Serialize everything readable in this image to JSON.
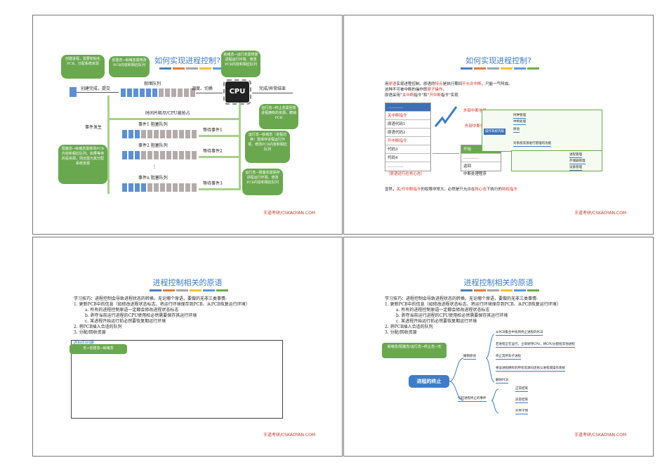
{
  "colors": {
    "title_blue": "#3d7cc9",
    "accent_red": "#d93025",
    "bubble_green": "#6aa84f",
    "queue_blue": "#5b8fd6",
    "queue_gray": "#b3aaaa"
  },
  "color_bar": [
    "#4a7ebb",
    "#e07b39",
    "#a5a5a5",
    "#f2c12e",
    "#5b9bd5",
    "#70ad47"
  ],
  "watermark": "王道考研/CSKAOYAN.COM",
  "slide1": {
    "title": "如何实现进程控制?",
    "bubbles": {
      "create": "创建进程，需要初始化PCB、分配系统资源",
      "create_ready": "创建态→就绪态需修改PCB内容和相应队列",
      "ready_run": "就绪态→运行态需恢复进程运行环境、修改PCB内容和相应队列",
      "run_end": "运行态→终止态需回收进程拥有的资源，撤销PCB",
      "run_ready": "运行态→就绪态（进程切换）需保存进程运行环境、修改PCB内容和相应队列",
      "run_block": "运行态→阻塞态需保存进程运行环境，修改PCB内容和相应队列",
      "block_ready": "阻塞态→就绪态需修改PCB内容和相应队列。如果等待的是资源，则还需为其分配系统资源"
    },
    "labels": {
      "create_submit": "创建完成，提交",
      "ready_queue": "就绪队列",
      "dispatch": "调度、切换",
      "cpu": "CPU",
      "finish": "完成/异常结束",
      "timeout": "时间片耗尽/CPU被抢占",
      "event": "事件发生",
      "bq1": "事件1 阻塞队列",
      "bq2": "事件2 阻塞队列",
      "bqn": "事件n 阻塞队列",
      "wait1": "等待事件1",
      "wait2": "等待事件2",
      "wait3": "等待事件3",
      "dots": "⋮"
    }
  },
  "slide2": {
    "title": "如何实现进程控制?",
    "line1_a": "用",
    "line1_b": "原语",
    "line1_c": "实现进程控制。原语的",
    "line1_d": "特点",
    "line1_e": "是执行期间",
    "line1_f": "不允许中断",
    "line1_g": "，只能一气呵成。",
    "line2_a": "这种不可被中断的操作即",
    "line2_b": "原子操作",
    "line2_c": "。",
    "line3_a": "原语采用“",
    "line3_b": "关中断",
    "line3_c": "指令”和“",
    "line3_d": "开中断",
    "line3_e": "指令”实现",
    "code": [
      "…………",
      "关中断指令",
      "原语代码1",
      "原语代码2",
      "开中断指令",
      "代码3",
      "代码4",
      "…………"
    ],
    "code_caption": "（原语运行在核心态）",
    "ext_signal_1": "外部中断信号",
    "ext_signal_2": "外部中断信号",
    "handler": [
      "开始",
      "…………",
      "返回"
    ],
    "handler_caption": "中断处理程序",
    "bottom_a": "显然，",
    "bottom_b": "关/开中断指令",
    "bottom_c": "的权限非常大，必然是只允许在",
    "bottom_d": "核心态",
    "bottom_e": "下执行的",
    "bottom_f": "特权指令",
    "mind_root": "操作系统内核",
    "mind_items": [
      "时钟管理",
      "中断处理",
      "原语",
      "对系统资源进行管理的功能",
      "进程管理",
      "存储器管理",
      "设备管理"
    ]
  },
  "slide3": {
    "title": "进程控制相关的原语",
    "tip": "学习技巧：进程控制会导致进程状态的转换。无论哪个原语，要做的无非三类事情:",
    "i1": "1.  更新PCB中的信息（如修改进程状态标志、将运行环境保存到PCB、从PCB恢复运行环境）",
    "i1a": "a. 所有的进程控制原语一定都会修改进程状态标志",
    "i1b": "b. 剥夺当前运行进程的CPU使用权必然需要保存其运行环境",
    "i1c": "c. 某进程开始运行前必然要恢复期运行环境",
    "i2": "2.  将PCB插入合适的队列",
    "i3": "3.  分配/回收资源",
    "subtitle": "进程的创建",
    "bubble": "无→创建态→就绪态"
  },
  "slide4": {
    "title": "进程控制相关的原语",
    "tip": "学习技巧：进程控制会导致进程状态的转换。无论哪个原语，要做的无非三类事情:",
    "i1": "1.  更新PCB中的信息（如修改进程状态标志、将运行环境保存到PCB、从PCB恢复运行环境）",
    "i1a": "a. 所有的进程控制原语一定都会修改进程状态标志",
    "i1b": "b. 剥夺当前运行进程的CPU使用权必然需要保存其运行环境",
    "i1c": "c. 某进程开始运行前必然要恢复期运行环境",
    "i2": "2.  将PCB插入合适的队列",
    "i3": "3.  分配/回收资源",
    "bubble": "就绪态/阻塞态/运行态→终止态→无",
    "mind_root": "进程的终止",
    "branch1": "撤销原语",
    "b1_items": [
      "从PCB集合中找到终止进程的PCB",
      "若进程正在运行，立即剥夺CPU，将CPU分配给其他进程",
      "终止其所有子进程",
      "将该进程拥有的所有资源归还给父进程或操作系统",
      "删除PCB"
    ],
    "branch2": "引起进程终止的事件",
    "b2_items": [
      "正常结束",
      "异常结束",
      "外界干预"
    ]
  }
}
